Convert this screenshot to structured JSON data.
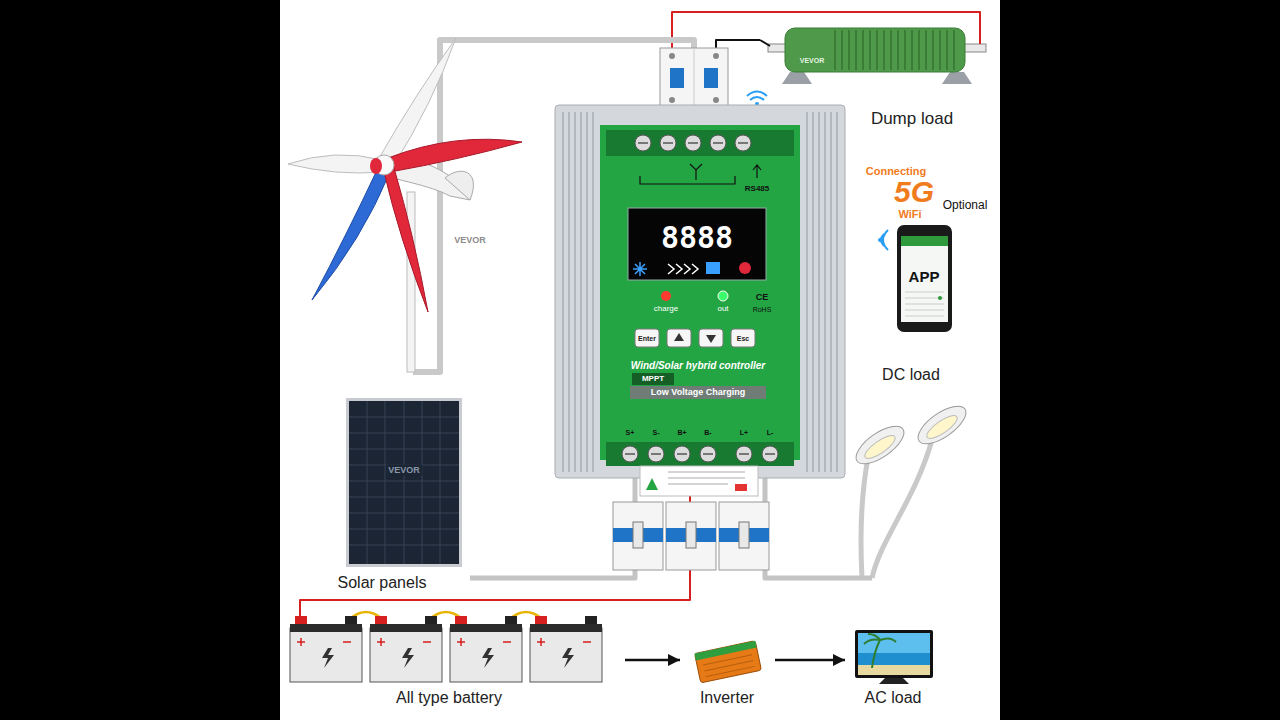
{
  "diagram": {
    "nodes": [
      {
        "text": [
          "Dump load"
        ]
      },
      {
        "text": [
          "APP"
        ]
      },
      {
        "text": [
          "Wind/Solar hybrid controller",
          "MPPT",
          "Low Voltage Charging"
        ]
      },
      {
        "text": [
          "DC load"
        ]
      },
      {
        "text": [
          "Solar panels"
        ]
      },
      {
        "text": [
          "All type battery"
        ]
      },
      {
        "text": [
          "Inverter"
        ]
      },
      {
        "text": [
          "AC load"
        ]
      }
    ],
    "edges": [
      {
        "from": 2,
        "to": 0,
        "arrow": "none"
      },
      {
        "from": 2,
        "to": 0,
        "arrow": "none"
      },
      {
        "from": 2,
        "to": 4,
        "arrow": "none"
      },
      {
        "from": 2,
        "to": 5,
        "arrow": "none"
      },
      {
        "from": 2,
        "to": 3,
        "arrow": "none"
      },
      {
        "from": 5,
        "to": 6,
        "arrow": "to"
      },
      {
        "from": 6,
        "to": 7,
        "arrow": "to"
      }
    ],
    "labels": [
      "RS485",
      "8888",
      "charge",
      "out",
      "Enter",
      "Esc",
      "CE",
      "RoHS",
      "S+",
      "S-",
      "B+",
      "B-",
      "L+",
      "L-",
      "Connecting",
      "5G",
      "WiFi",
      "Optional",
      "VEVOR",
      "VEVOR",
      "VEVOR"
    ]
  }
}
